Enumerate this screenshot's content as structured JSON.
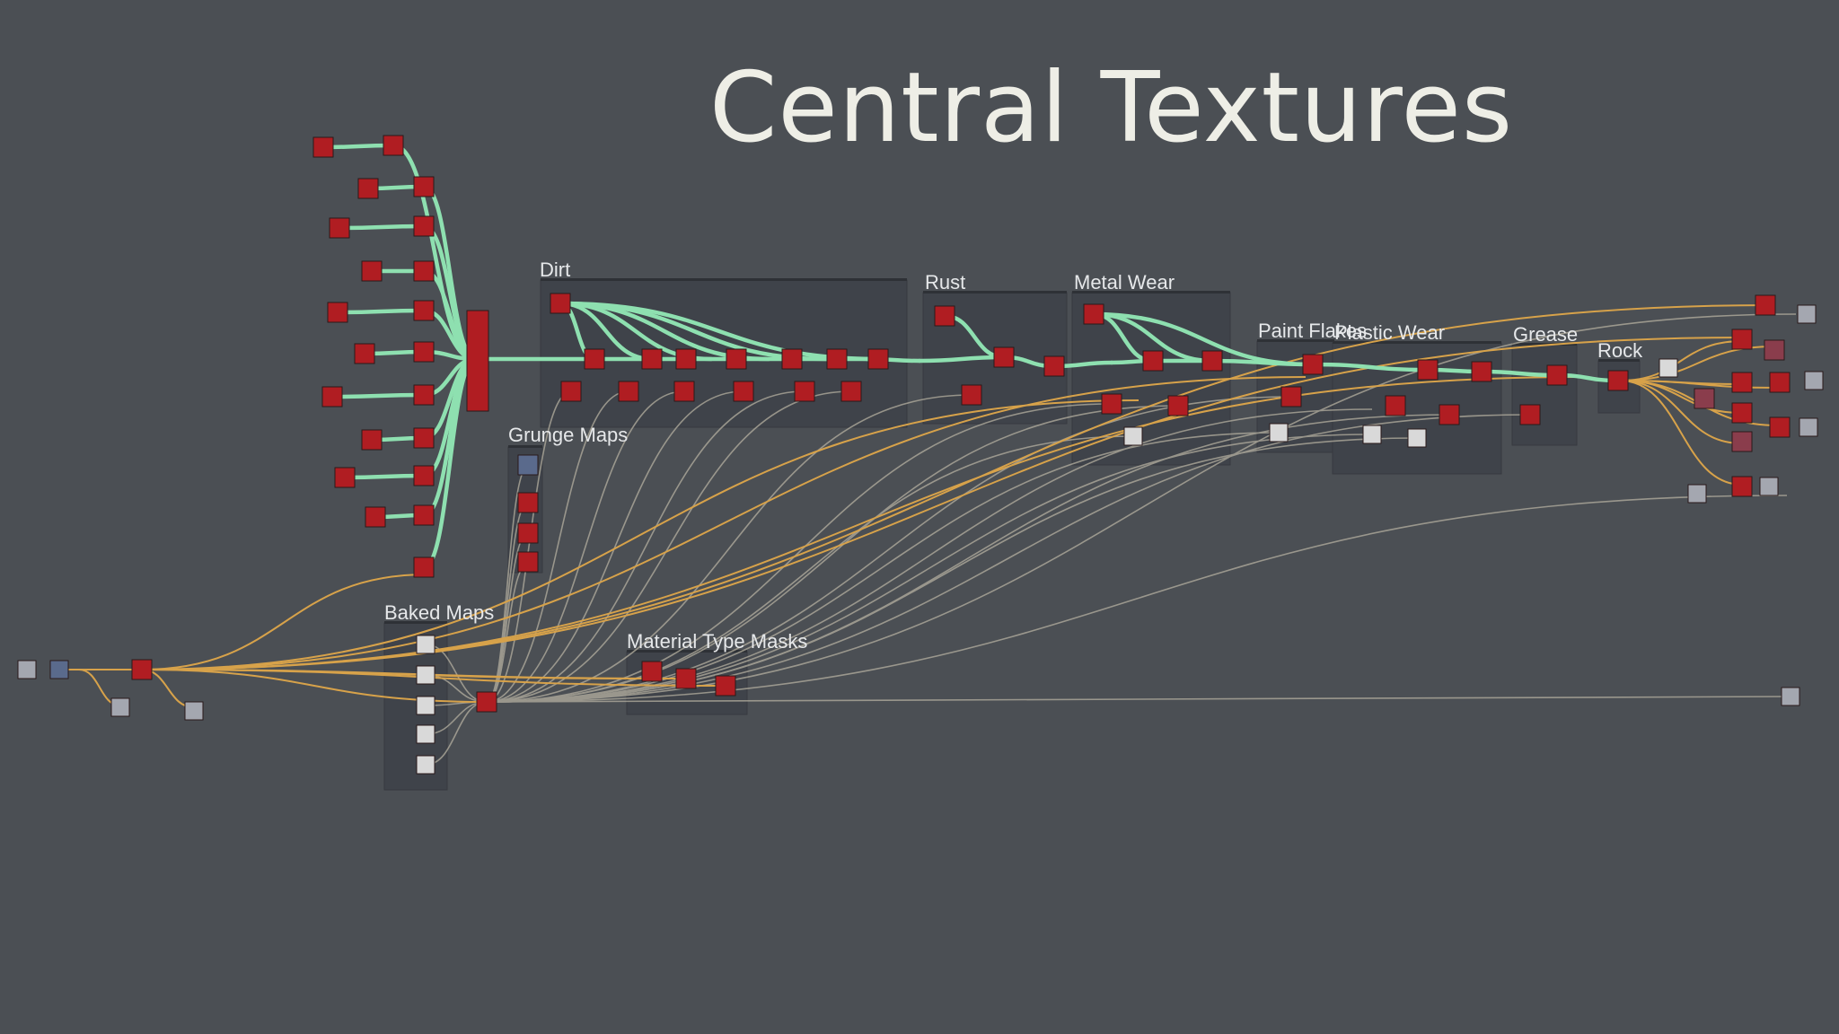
{
  "title": "Central Textures",
  "colors": {
    "background": "#4b4f54",
    "frame": "#3f434a",
    "node_red": "#b01d22",
    "node_grey": "#a4a7b0",
    "node_white": "#d9d9d9",
    "node_blue": "#5a6a8c",
    "node_pink": "#8a3d4c",
    "wire_main": "#8ee0b0",
    "wire_orange": "#d7a24a",
    "wire_grey": "#b5b0a0"
  },
  "frames": [
    {
      "id": "dirt",
      "label": "Dirt"
    },
    {
      "id": "rust",
      "label": "Rust"
    },
    {
      "id": "metal-wear",
      "label": "Metal Wear"
    },
    {
      "id": "paint-flakes",
      "label": "Paint Flakes"
    },
    {
      "id": "plastic-wear",
      "label": "Plastic Wear"
    },
    {
      "id": "grease",
      "label": "Grease"
    },
    {
      "id": "rock",
      "label": "Rock"
    },
    {
      "id": "grunge-maps",
      "label": "Grunge Maps"
    },
    {
      "id": "baked-maps",
      "label": "Baked Maps"
    },
    {
      "id": "material-type-masks",
      "label": "Material Type Masks"
    }
  ]
}
